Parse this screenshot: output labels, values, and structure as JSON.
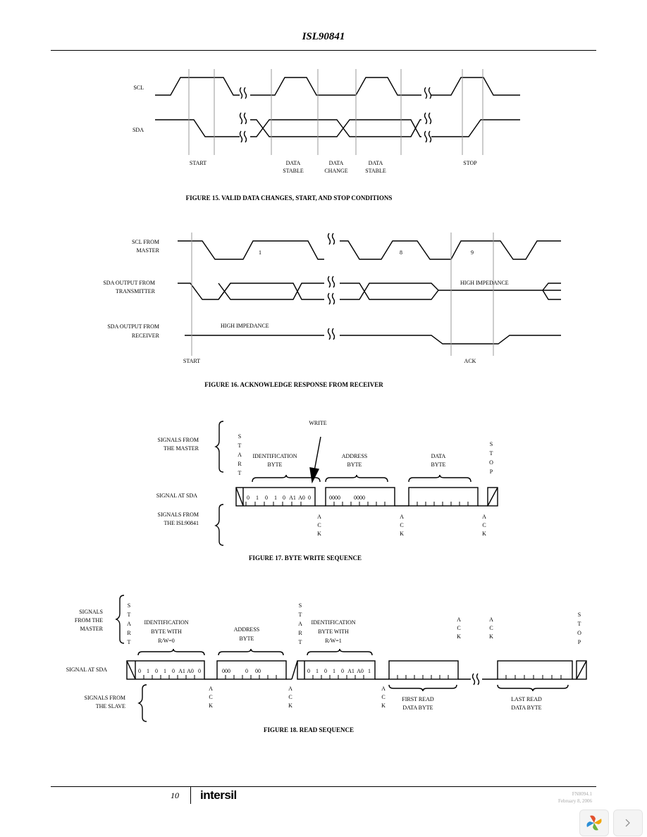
{
  "header": {
    "title": "ISL90841"
  },
  "fig15": {
    "signals": [
      "SCL",
      "SDA"
    ],
    "markers": [
      "START",
      "DATA STABLE",
      "DATA CHANGE",
      "DATA STABLE",
      "STOP"
    ],
    "caption": "FIGURE 15. VALID DATA CHANGES, START, AND STOP CONDITIONS"
  },
  "fig16": {
    "signals": [
      "SCL FROM MASTER",
      "SDA OUTPUT FROM TRANSMITTER",
      "SDA OUTPUT FROM RECEIVER"
    ],
    "clock_labels": [
      "1",
      "8",
      "9"
    ],
    "hi_z": "HIGH IMPEDANCE",
    "markers": [
      "START",
      "ACK"
    ],
    "caption": "FIGURE 16. ACKNOWLEDGE RESPONSE FROM RECEIVER"
  },
  "fig17": {
    "signals_master": "SIGNALS FROM THE MASTER",
    "signal_sda": "SIGNAL AT SDA",
    "signals_slave": "SIGNALS FROM THE ISL90841",
    "write": "WRITE",
    "start_letters": [
      "S",
      "T",
      "A",
      "R",
      "T"
    ],
    "stop_letters": [
      "S",
      "T",
      "O",
      "P"
    ],
    "ack_letters": [
      "A",
      "C",
      "K"
    ],
    "bytes": [
      {
        "label": "IDENTIFICATION BYTE",
        "bits": [
          "0",
          "1",
          "0",
          "1",
          "0",
          "A1",
          "A0",
          "0"
        ]
      },
      {
        "label": "ADDRESS BYTE",
        "bits": [
          "0000",
          "0000"
        ]
      },
      {
        "label": "DATA BYTE",
        "bits": []
      }
    ],
    "caption": "FIGURE 17. BYTE WRITE SEQUENCE"
  },
  "fig18": {
    "signals_master": "SIGNALS FROM THE MASTER",
    "signal_sda": "SIGNAL AT SDA",
    "signals_slave": "SIGNALS FROM THE SLAVE",
    "id_write": "IDENTIFICATION BYTE WITH R/W=0",
    "address": "ADDRESS BYTE",
    "id_read": "IDENTIFICATION BYTE WITH R/W=1",
    "first_read": "FIRST READ DATA BYTE",
    "last_read": "LAST READ DATA BYTE",
    "bits_w": [
      "0",
      "1",
      "0",
      "1",
      "0",
      "A1",
      "A0",
      "0"
    ],
    "bits_addr": [
      "000",
      "0",
      "00"
    ],
    "bits_r": [
      "0",
      "1",
      "0",
      "1",
      "0",
      "A1",
      "A0",
      "1"
    ],
    "caption": "FIGURE 18. READ SEQUENCE"
  },
  "footer": {
    "page": "10",
    "logo": "intersil",
    "doc_number": "FN8094.1",
    "date": "February 8, 2006"
  }
}
